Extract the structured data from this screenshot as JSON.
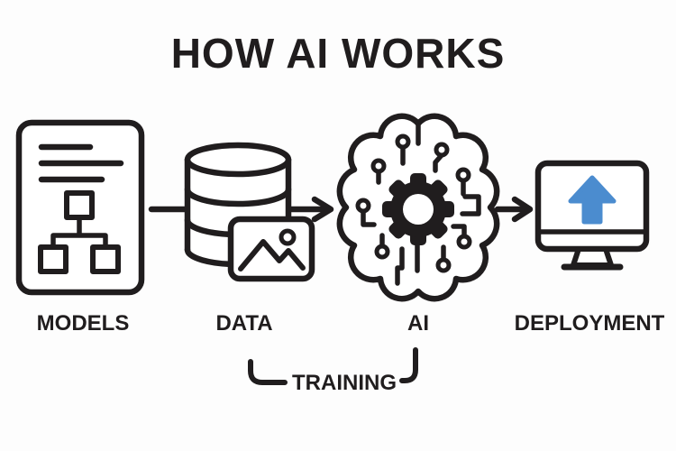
{
  "title": "HOW AI WORKS",
  "colors": {
    "ink": "#201d1e",
    "accent_blue": "#4b8ccf",
    "background": "#fdfdfd"
  },
  "stages": [
    {
      "label": "MODELS",
      "icon": "document-flowchart-icon"
    },
    {
      "label": "DATA",
      "icon": "database-image-icon"
    },
    {
      "label": "AI",
      "icon": "brain-gear-icon"
    },
    {
      "label": "DEPLOYMENT",
      "icon": "monitor-upload-icon"
    }
  ],
  "connectors": [
    {
      "type": "arrow-right",
      "from": "MODELS",
      "to": "AI"
    },
    {
      "type": "arrow-right",
      "from": "AI",
      "to": "DEPLOYMENT"
    }
  ],
  "annotation": {
    "label": "TRAINING",
    "connects": [
      "DATA",
      "AI"
    ]
  }
}
